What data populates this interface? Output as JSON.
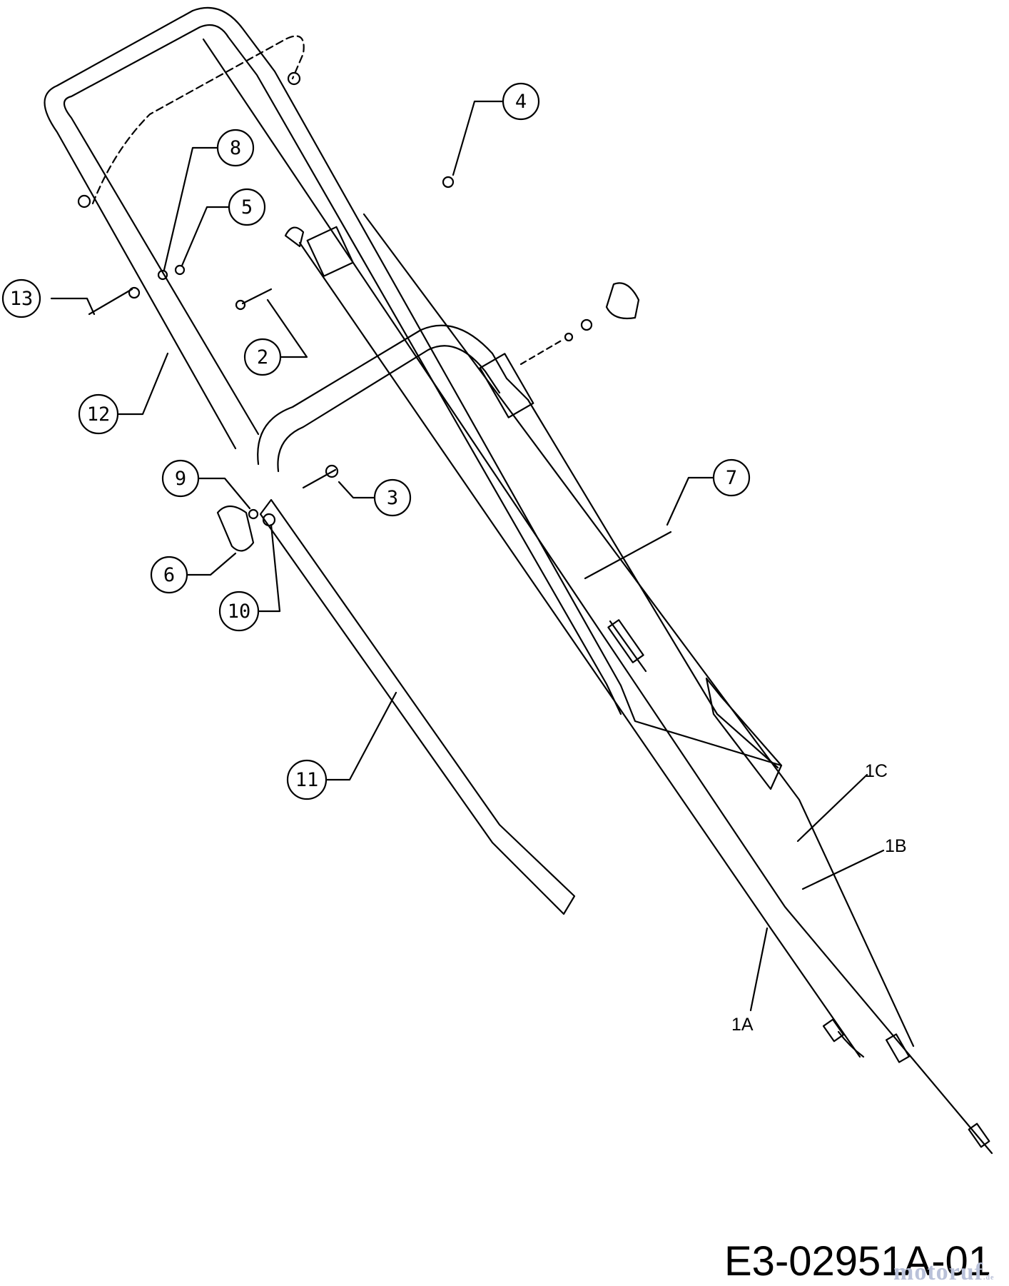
{
  "diagram": {
    "callouts": [
      "2",
      "3",
      "4",
      "5",
      "6",
      "7",
      "8",
      "9",
      "10",
      "11",
      "12",
      "13"
    ],
    "cable_labels": [
      "1A",
      "1B",
      "1C"
    ]
  },
  "drawing_number": "E3-02951A-01",
  "watermark": {
    "text": "motoruf",
    "suffix": ".de",
    "color": "#b9c1d9"
  }
}
